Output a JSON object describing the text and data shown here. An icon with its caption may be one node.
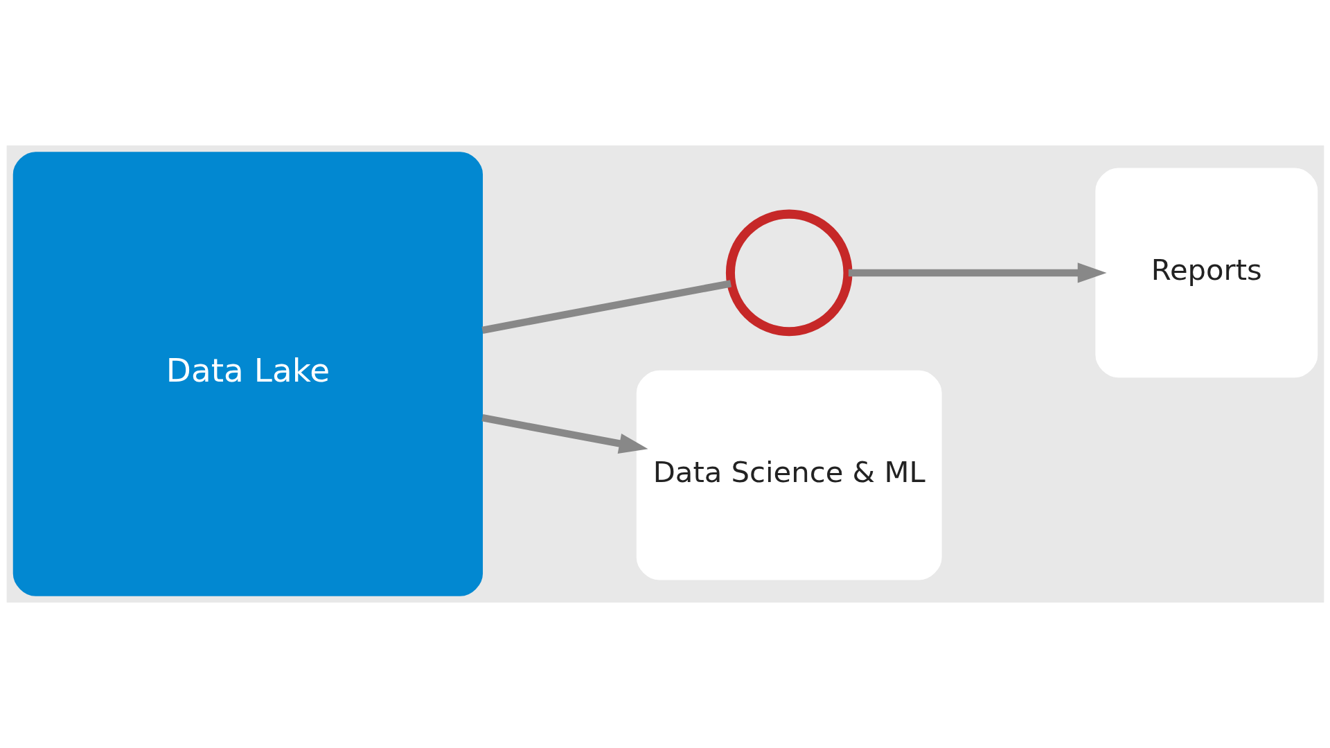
{
  "diagram": {
    "nodes": [
      {
        "text": [
          "Data Lake"
        ]
      },
      {
        "text": [],
        "shape": "circle"
      },
      {
        "text": [
          "Reports"
        ]
      },
      {
        "text": [
          "Data Science & ML"
        ]
      }
    ],
    "edges": [
      {
        "from": 0,
        "to": 1,
        "arrow": "none"
      },
      {
        "from": 1,
        "to": 2,
        "arrow": "to"
      },
      {
        "from": 0,
        "to": 3,
        "arrow": "to"
      }
    ]
  }
}
